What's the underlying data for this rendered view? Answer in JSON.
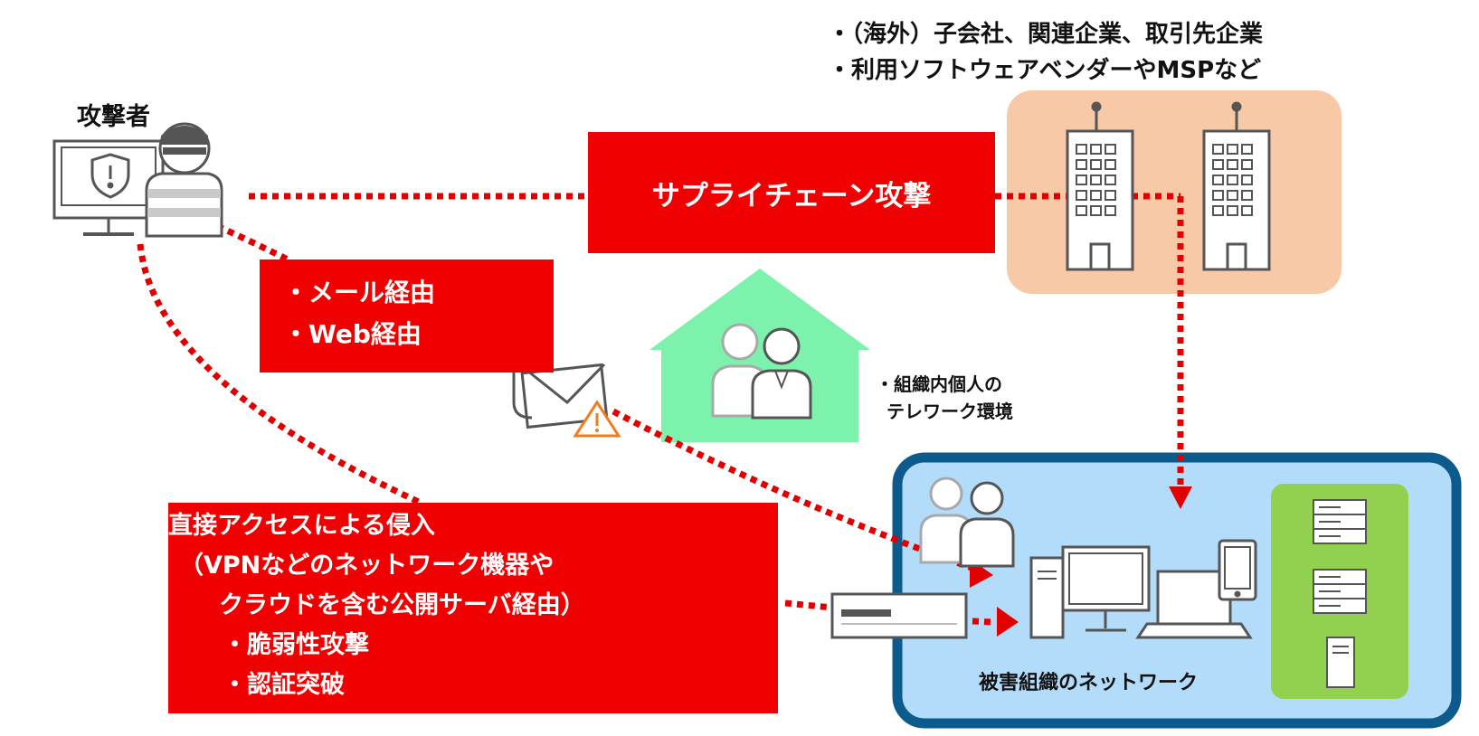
{
  "attacker": {
    "label": "攻撃者"
  },
  "supply_chain": {
    "label": "サプライチェーン攻撃",
    "targets": [
      "・（海外）子会社、関連企業、取引先企業",
      "・利用ソフトウェアベンダーやMSPなど"
    ]
  },
  "mail_web": {
    "lines": [
      "・メール経由",
      "・Web経由"
    ]
  },
  "telework": {
    "lines": [
      "・組織内個人の",
      "テレワーク環境"
    ]
  },
  "direct_access": {
    "lines": [
      "直接アクセスによる侵入",
      "（VPNなどのネットワーク機器や",
      "クラウドを含む公開サーバ経由）",
      "・脆弱性攻撃",
      "・認証突破"
    ]
  },
  "victim_network": {
    "label": "被害組織のネットワーク"
  },
  "colors": {
    "attack_red": "#f00000",
    "partner_bg": "#f8c9a6",
    "home_green": "#7cf2ad",
    "network_bg": "#b3dcfb",
    "network_border": "#0d5a8c",
    "server_green": "#92d050",
    "icon_gray": "#5a5a5a"
  }
}
